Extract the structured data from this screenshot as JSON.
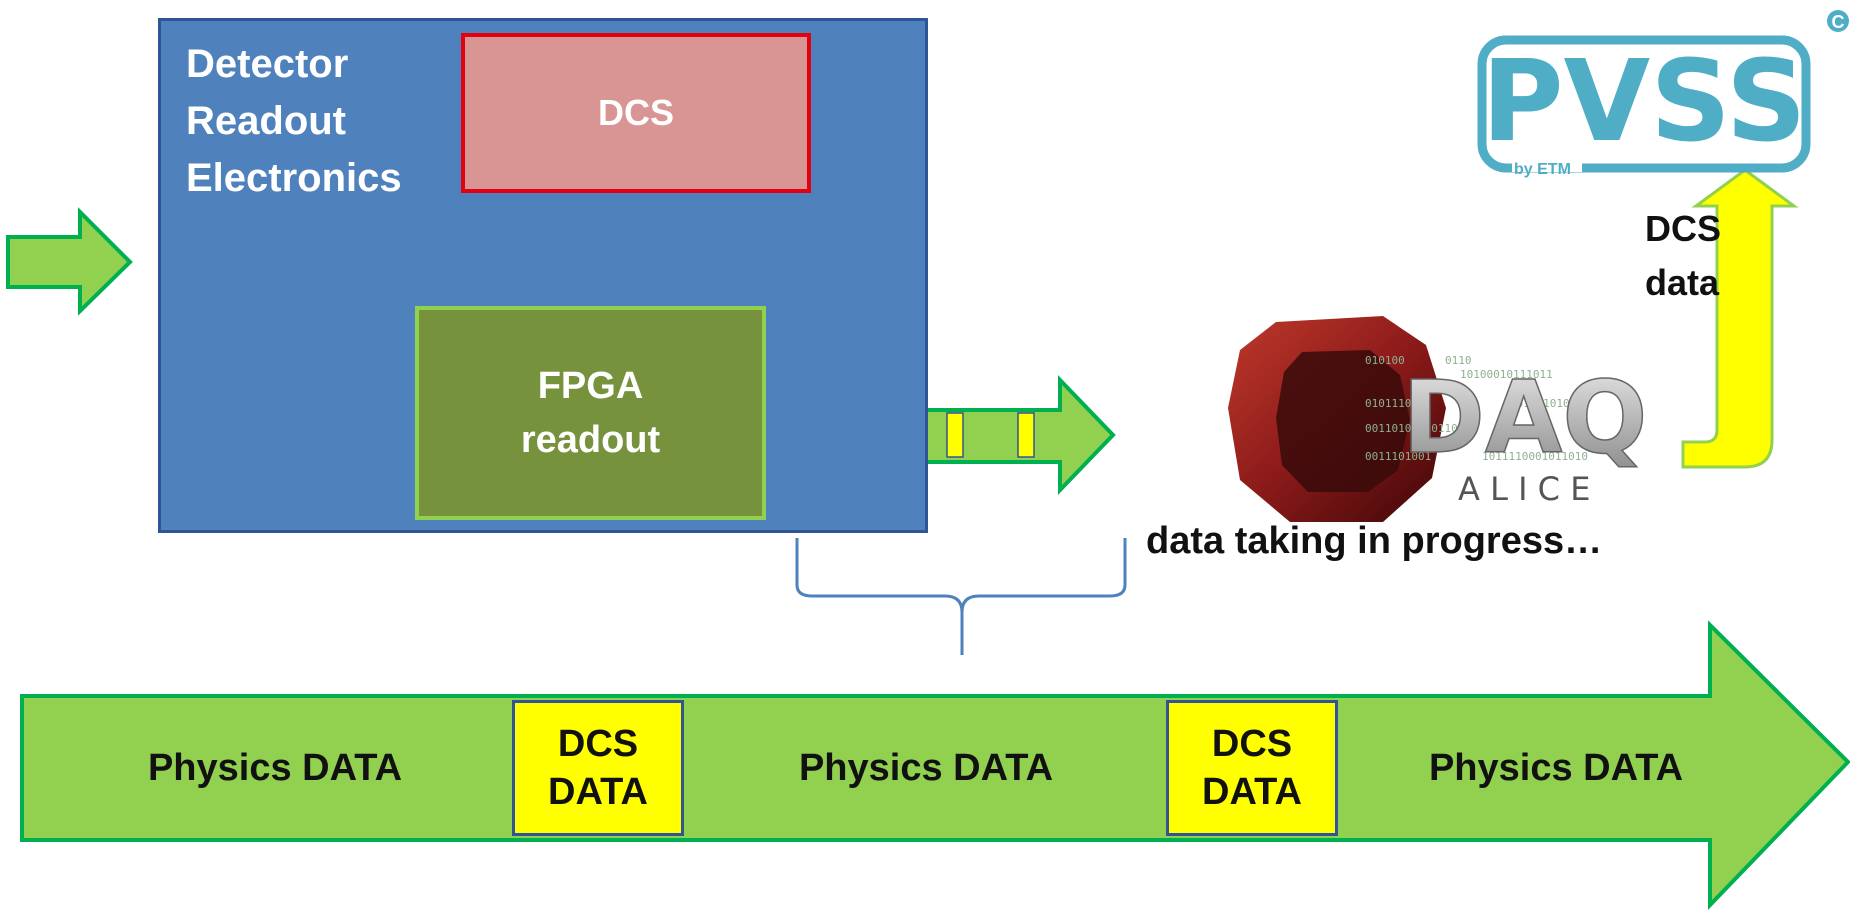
{
  "detector": {
    "title": "Detector Readout Electronics"
  },
  "dcs_box": {
    "label": "DCS"
  },
  "fpga_box": {
    "label_line1": "FPGA",
    "label_line2": "readout"
  },
  "daq_logo": {
    "main": "DAQ",
    "sub": "A L I C E",
    "bits": [
      "010100",
      "0110",
      "10100010111011",
      "01011101",
      "1010110100",
      "00110100010110111",
      "0011101001",
      "1011110001011010"
    ]
  },
  "status_text": "data taking in progress…",
  "pvss_logo": {
    "main": "PVSS",
    "sub": "by ETM",
    "mark": "C"
  },
  "dcs_data_label": {
    "line1": "DCS",
    "line2": "data"
  },
  "stream": {
    "segments": [
      {
        "type": "physics",
        "label": "Physics DATA"
      },
      {
        "type": "dcs",
        "line1": "DCS",
        "line2": "DATA"
      },
      {
        "type": "physics",
        "label": "Physics DATA"
      },
      {
        "type": "dcs",
        "line1": "DCS",
        "line2": "DATA"
      },
      {
        "type": "physics",
        "label": "Physics DATA"
      }
    ]
  },
  "colors": {
    "arrow_green": "#92d050",
    "arrow_green_border": "#00b050",
    "detector_blue": "#4f81bd",
    "dcs_pink": "#d99594",
    "dcs_red_border": "#e3000f",
    "fpga_olive": "#76923c",
    "yellow": "#ffff00",
    "pvss_teal": "#4faec6",
    "daq_red": "#8b1a1a"
  }
}
